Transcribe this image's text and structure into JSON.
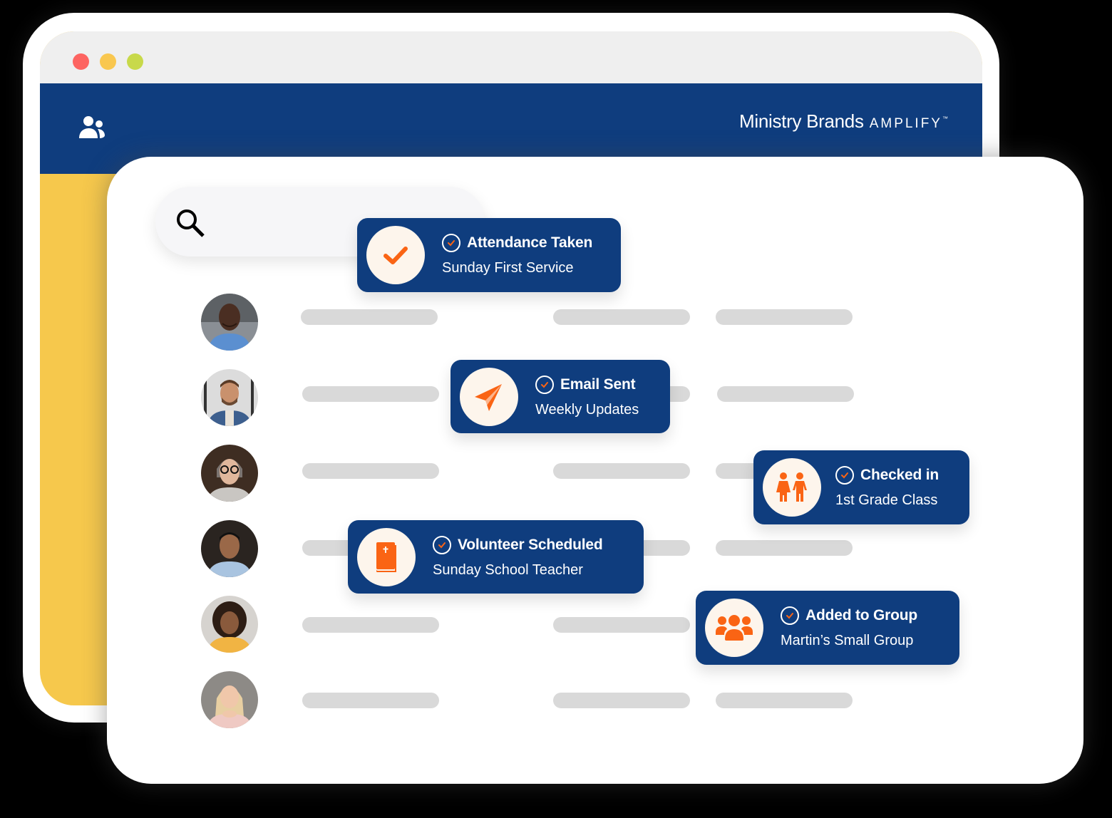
{
  "colors": {
    "background": "#000000",
    "brand_blue": "#0f3d7e",
    "accent_orange": "#fa6414",
    "panel_yellow": "#f6c84c",
    "badge_cream": "#fdf5ec",
    "placeholder_gray": "#d9d9d9",
    "titlebar_gray": "#efefef",
    "traffic_red": "#fd6461",
    "traffic_yellow": "#f9c74f",
    "traffic_green": "#c8d94a"
  },
  "window": {
    "traffic_lights": [
      "close",
      "minimize",
      "maximize"
    ],
    "header": {
      "icon": "people-icon",
      "brand_name": "Ministry Brands",
      "brand_product": "AMPLIFY",
      "brand_trademark": "™"
    }
  },
  "search": {
    "icon": "search-icon",
    "value": "",
    "placeholder": ""
  },
  "people_list": {
    "rows": [
      {
        "avatar": "avatar-man-bald-blue-shirt"
      },
      {
        "avatar": "avatar-man-beard-denim-shirt"
      },
      {
        "avatar": "avatar-woman-glasses-gray-hair"
      },
      {
        "avatar": "avatar-man-light-blue-shirt"
      },
      {
        "avatar": "avatar-woman-curly-hair-yellow-top"
      },
      {
        "avatar": "avatar-woman-blonde-pink-top"
      }
    ]
  },
  "notifications": [
    {
      "icon": "checkmark-icon",
      "title": "Attendance Taken",
      "subtitle": "Sunday First Service"
    },
    {
      "icon": "paper-plane-icon",
      "title": "Email Sent",
      "subtitle": "Weekly Updates"
    },
    {
      "icon": "children-icon",
      "title": "Checked in",
      "subtitle": "1st Grade Class"
    },
    {
      "icon": "bible-icon",
      "title": "Volunteer Scheduled",
      "subtitle": "Sunday School Teacher"
    },
    {
      "icon": "group-icon",
      "title": "Added to Group",
      "subtitle": "Martin’s Small Group"
    }
  ]
}
